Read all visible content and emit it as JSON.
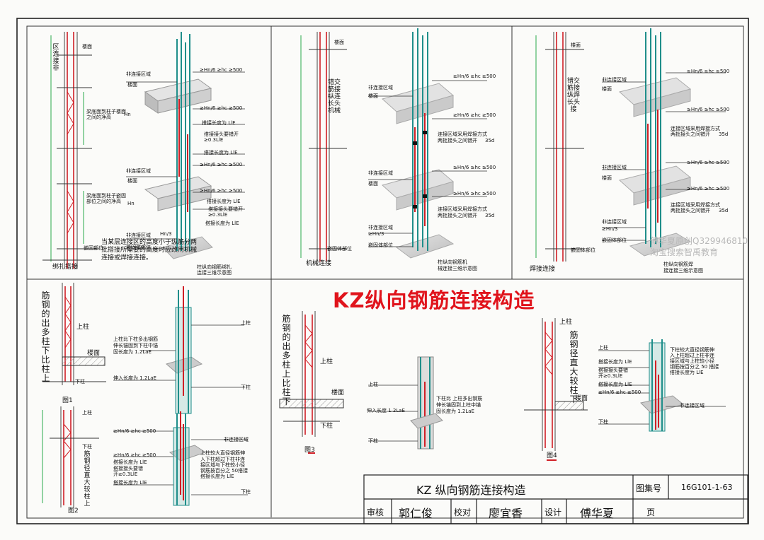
{
  "title": "KZ纵向钢筋连接构造",
  "watermark": [
    "傅华夏原创Q329946810",
    "淘宝搜索智禹教育"
  ],
  "panels": {
    "p1": {
      "caption": "绑扎搭接",
      "labels": {
        "floor": "楼面",
        "clear1": "嵌固部位",
        "span_note1": "梁底面到柱子楼面之间的净高",
        "hn": "Hn",
        "span_note2": "梁底面到柱子嵌固部位之间的净高",
        "non_conn1": "非连接区域",
        "beam1": "楼面",
        "r1": "≥Hn/6 ≥hc ≥500",
        "r2": "≥Hn/6 ≥hc ≥500",
        "lap1": "搭接长度为 LlE",
        "lap2": "搭接接头要错开≥0.3LlE",
        "lap3": "搭接长度为 LlE",
        "non_conn2": "非连接区域",
        "beam2": "楼面",
        "r3": "≥Hn/6 ≥hc ≥500",
        "r4": "≥Hn/6 ≥hc ≥500",
        "lap4": "搭接长度为 LlE",
        "lap5": "搭接接头要错开≥0.3LlE",
        "lap6": "搭接长度为 LlE",
        "non_conn3": "非连接区域",
        "hn3": "Hn/3",
        "embed": "嵌固体部位",
        "note": "当某层连接区的高度小于纵筋分两批搭接所需要的高度时应改用机械连接或焊接连接。",
        "diag": "柱纵向钢筋绑扎连接三维示意图",
        "side": "区连接非"
      }
    },
    "p2": {
      "caption": "机械连接",
      "labels": {
        "floor": "楼面",
        "vert": "错交筋接纵连长头机械",
        "non_conn": "非连接区域",
        "beam": "楼面",
        "r1": "≥Hn/6 ≥hc ≥500",
        "r2": "≥Hn/6 ≥hc ≥500",
        "c1": "连接区域采用焊接方式",
        "c2": "两批接头之间错开",
        "d35": "35d",
        "non_conn2": "非连接区域",
        "beam2": "楼面",
        "r3": "≥Hn/6 ≥hc ≥500",
        "r4": "≥Hn/6 ≥hc ≥500",
        "c3": "连接区域采用焊接方式",
        "c4": "两批接头之间错开",
        "d35b": "35d",
        "non_conn3": "非连接区域",
        "hn3": "≥Hn/3",
        "embed": "嵌固体部位",
        "diag1": "柱纵向钢筋机",
        "diag2": "械连接三维示意图"
      }
    },
    "p3": {
      "caption": "焊接连接",
      "labels": {
        "floor": "楼面",
        "vert": "错交筋接纵焊长头接",
        "non_conn": "非连接区域",
        "beam": "楼面",
        "r1": "≥Hn/6 ≥hc ≥500",
        "r2": "≥Hn/6 ≥hc ≥500",
        "c1": "连接区域采用焊接方式",
        "c2": "两批接头之间错开",
        "d35": "35d",
        "non_conn2": "非连接区域",
        "beam2": "楼面",
        "r3": "≥Hn/6 ≥hc ≥500",
        "r4": "≥Hn/6 ≥hc ≥500",
        "c3": "连接区域采用焊接方式",
        "c4": "两批接头之间错开",
        "d35b": "35d",
        "non_conn3": "非连接区域",
        "hn3": "≥Hn/3",
        "embed": "嵌固体部位",
        "diag1": "柱纵向钢筋焊",
        "diag2": "接连接三维示意图"
      }
    },
    "p4": {
      "caption1": "图1",
      "caption2": "图2",
      "labels": {
        "vert1": "筋钢的出多柱下比柱上",
        "upper": "上柱",
        "floor": "楼面",
        "lower": "下柱",
        "n1": "上柱比下柱多出钢筋",
        "n2": "伸长锚固到下柱中锚",
        "n3": "固长度为  1.2LaE",
        "insert": "伸入长度为  1.2LaE",
        "upper2": "上柱",
        "lower2": "下柱",
        "upper3": "上柱",
        "lower3": "下柱",
        "vert2": "筋钢径直大较柱上",
        "r1": "≥Hn/6 ≥hc ≥500",
        "non_conn": "非连接区域",
        "r2": "≥Hn/6 ≥hc ≥500",
        "lap1": "搭接长度为   LlE",
        "lap2": "搭接接头要错",
        "lap3": "开≥0.3LlE",
        "lap4": "搭接长度为   LlE",
        "m1": "上柱较大直径钢筋伸",
        "m2": "入下柱超过下柱非连",
        "m3": "接区域与下柱较小径",
        "m4": "钢筋按百分之  50搭接",
        "m5": "搭接长度为   LlE",
        "lower4": "下柱"
      }
    },
    "p5": {
      "caption3": "图3",
      "caption4": "图4",
      "labels": {
        "vert1": "筋钢的出多柱上比柱下",
        "upper": "上柱",
        "floor": "楼面",
        "lower": "下柱",
        "upper2": "上柱",
        "n1": "下柱比  上柱多出钢筋",
        "n2": "伸长锚固到上柱中锚",
        "n3": "固长度为  1.2LaE",
        "insert": "伸入长度  1.2LaE",
        "lower2": "下柱",
        "vert2": "筋钢径直大较柱下",
        "upper3": "上柱",
        "floor2": "楼面",
        "upper4": "上柱",
        "lap1": "搭接长度为     LlE",
        "lap2": "搭接接头要错",
        "lap3": "开≥0.3LlE",
        "lap4": "搭接长度为   LlE",
        "r1": "≥Hn/6 ≥hc ≥500",
        "non_conn": "非连接区域",
        "lower3": "下柱",
        "m1": "下柱较大直径钢筋伸",
        "m2": "入上柱超过上柱非连",
        "m3": "接区域与上柱较小径",
        "m4": "钢筋按百分之  50 搭接",
        "m5": "搭接长度为   LlE"
      }
    }
  },
  "title_block": {
    "drawing_title": "KZ  纵向钢筋连接构造",
    "atlas_label": "图集号",
    "atlas_no": "16G101-1-63",
    "review_label": "审核",
    "reviewer": "郭仁俊",
    "check_label": "校对",
    "checker": "廖宜香",
    "design_label": "设计",
    "designer": "傅华夏",
    "page_label": "页"
  },
  "colors": {
    "rebar_red": "#d01f26",
    "rebar_teal": "#1f8e8a",
    "dim_green": "#2aa84a",
    "title_red": "#e0141c",
    "concrete": "#d2d2d2"
  }
}
